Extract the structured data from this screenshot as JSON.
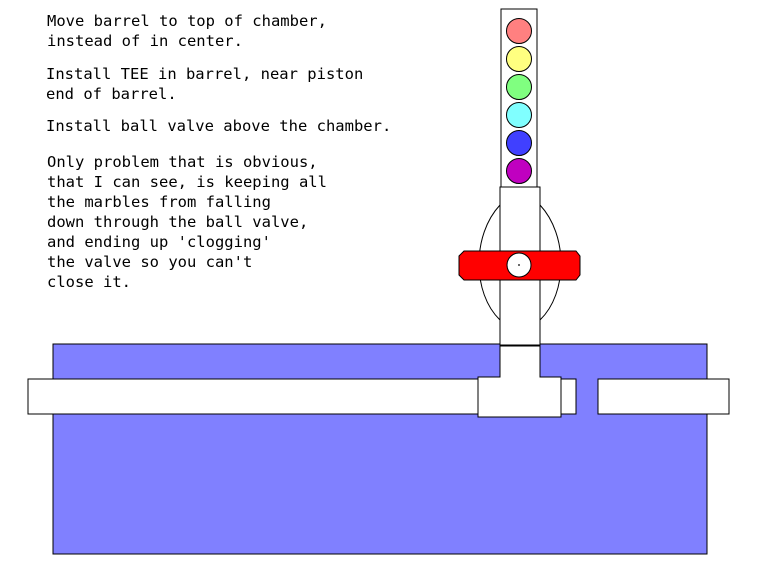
{
  "notes": [
    "Move barrel to top of chamber,\ninstead of in center.",
    "Install TEE in barrel, near piston\nend of barrel.",
    "Install ball valve above the chamber.",
    "Only problem that is obvious,\nthat I can see, is keeping all\nthe marbles from falling\ndown through the ball valve,\nand ending up 'clogging'\nthe valve so you can't\nclose it."
  ],
  "colors": {
    "chamber": "#8080ff",
    "valve_handle": "#ff0000",
    "pipe": "#ffffff",
    "outline": "#000000"
  },
  "marble_colors": [
    "#ff8080",
    "#ffff80",
    "#80ff80",
    "#80ffff",
    "#4040ff",
    "#c000c0"
  ]
}
